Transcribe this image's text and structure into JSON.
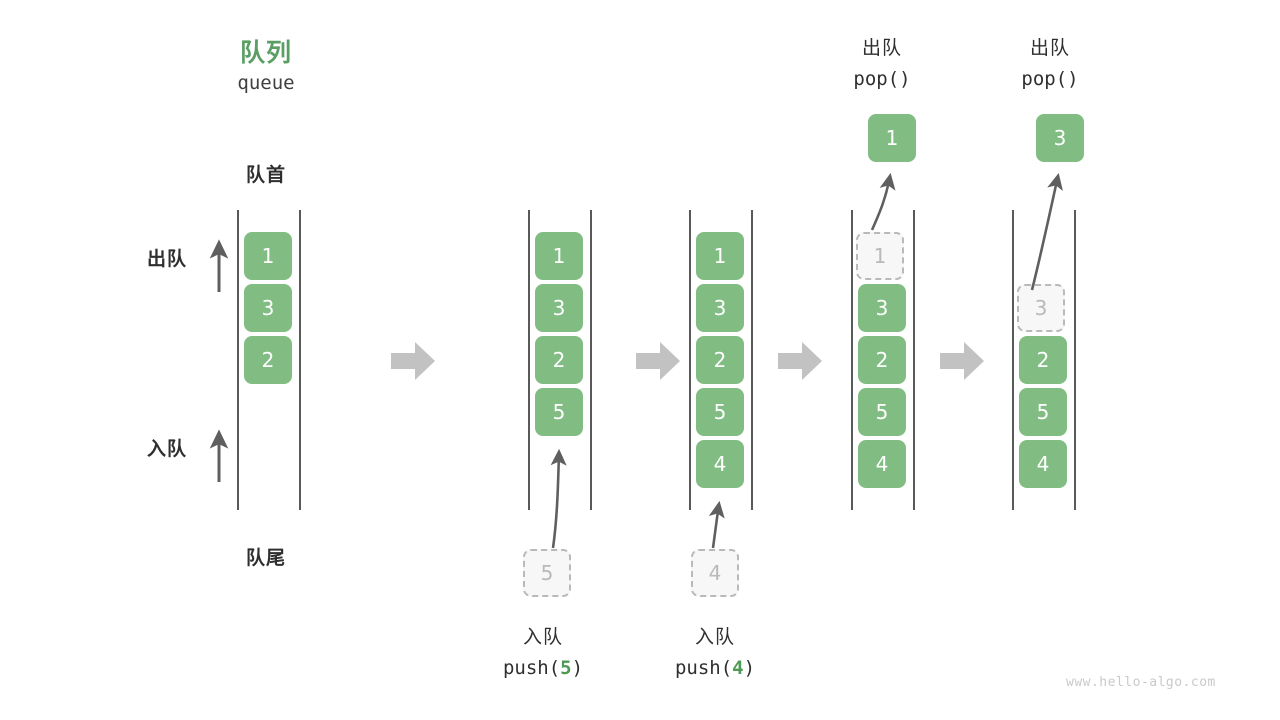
{
  "meta": {
    "watermark": "www.hello-algo.com",
    "accent_green": "#81bd83",
    "title_green": "#5a9e63",
    "ghost_gray": "#b9b9b9",
    "rail_gray": "#595959",
    "step_arrow_gray": "#c2c2c2"
  },
  "header": {
    "title_cn": "队列",
    "title_en": "queue"
  },
  "labels": {
    "front_cn": "队首",
    "rear_cn": "队尾",
    "dequeue_cn": "出队",
    "enqueue_cn": "入队"
  },
  "stages": [
    {
      "id": "stage-initial",
      "cells": [
        "1",
        "3",
        "2"
      ],
      "ghost_index": null,
      "incoming": null,
      "popped": null,
      "caption_cn": null,
      "caption_code": null
    },
    {
      "id": "stage-push-5",
      "cells": [
        "1",
        "3",
        "2",
        "5"
      ],
      "ghost_index": null,
      "incoming": "5",
      "popped": null,
      "caption_cn": "入队",
      "caption_code": "push(5)",
      "caption_code_prefix": "push(",
      "caption_code_arg": "5",
      "caption_code_suffix": ")"
    },
    {
      "id": "stage-push-4",
      "cells": [
        "1",
        "3",
        "2",
        "5",
        "4"
      ],
      "ghost_index": null,
      "incoming": "4",
      "popped": null,
      "caption_cn": "入队",
      "caption_code": "push(4)",
      "caption_code_prefix": "push(",
      "caption_code_arg": "4",
      "caption_code_suffix": ")"
    },
    {
      "id": "stage-pop-1",
      "cells": [
        "1",
        "3",
        "2",
        "5",
        "4"
      ],
      "ghost_index": 0,
      "incoming": null,
      "popped": "1",
      "caption_cn": "出队",
      "caption_code": "pop()"
    },
    {
      "id": "stage-pop-3",
      "cells": [
        "3",
        "2",
        "5",
        "4"
      ],
      "ghost_index": 0,
      "ghost_offset_slots": 1,
      "incoming": null,
      "popped": "3",
      "caption_cn": "出队",
      "caption_code": "pop()"
    }
  ],
  "step_arrows": [
    {
      "name": "step-arrow-1"
    },
    {
      "name": "step-arrow-2"
    },
    {
      "name": "step-arrow-3"
    },
    {
      "name": "step-arrow-4"
    }
  ]
}
